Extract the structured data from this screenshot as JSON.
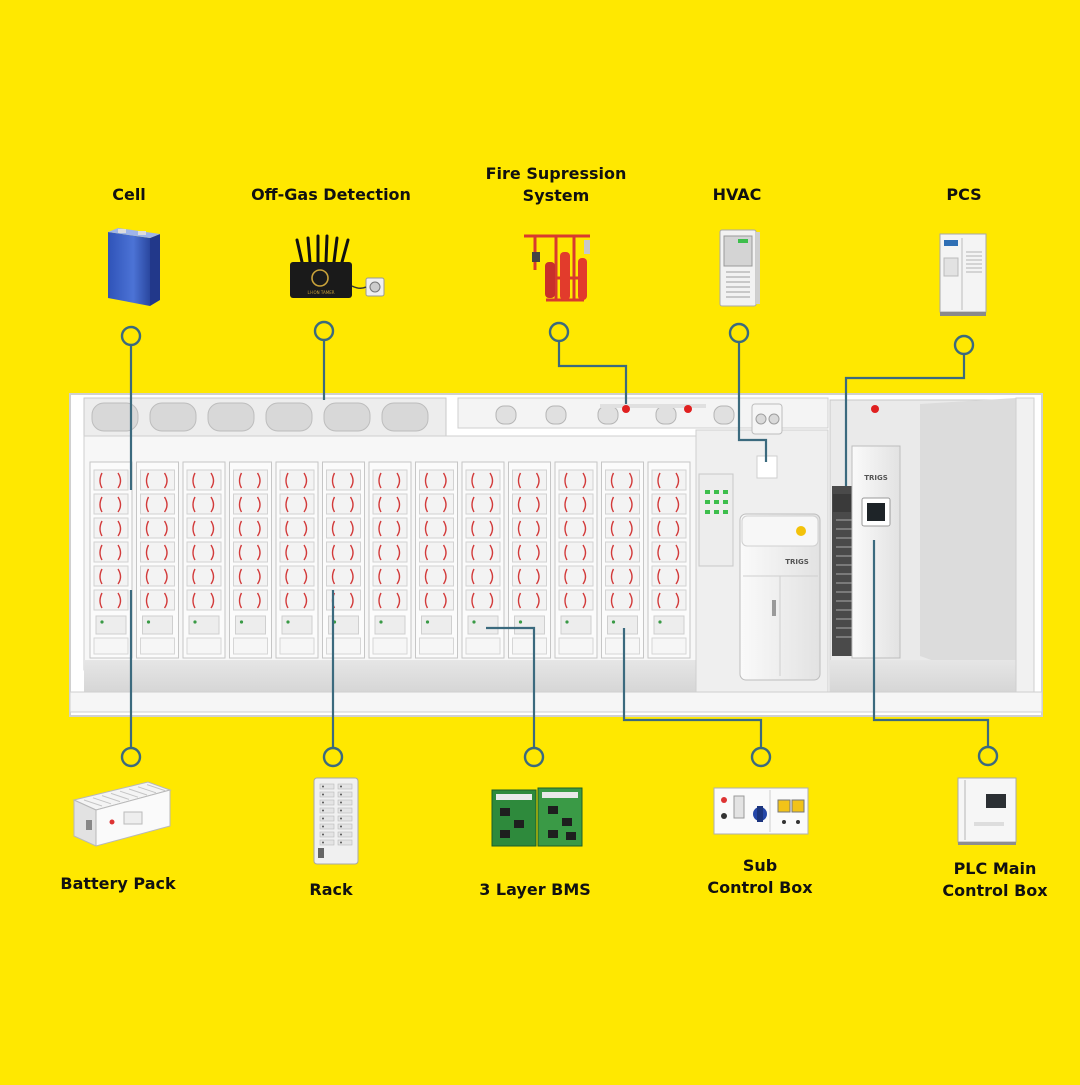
{
  "components": {
    "cell": {
      "label": [
        "Cell"
      ]
    },
    "off_gas_detection": {
      "label": [
        "Off-Gas Detection"
      ],
      "device_text": "LI-ION TAMER"
    },
    "fire_suppression": {
      "label": [
        "Fire Supression",
        "System"
      ]
    },
    "hvac": {
      "label": [
        "HVAC"
      ]
    },
    "pcs": {
      "label": [
        "PCS"
      ]
    },
    "battery_pack": {
      "label": [
        "Battery Pack"
      ]
    },
    "rack": {
      "label": [
        "Rack"
      ]
    },
    "bms": {
      "label": [
        "3 Layer BMS"
      ]
    },
    "sub_control_box": {
      "label": [
        "Sub",
        "Control Box"
      ]
    },
    "plc_main_control_box": {
      "label": [
        "PLC Main",
        "Control Box"
      ]
    }
  },
  "container": {
    "brand_text": "TRIGS"
  },
  "colors": {
    "background": "#FFE800",
    "connector": "#3B6A7E",
    "container_body": "#F2F2F2",
    "battery_wire": "#D23A3A",
    "label_text": "#111111"
  }
}
